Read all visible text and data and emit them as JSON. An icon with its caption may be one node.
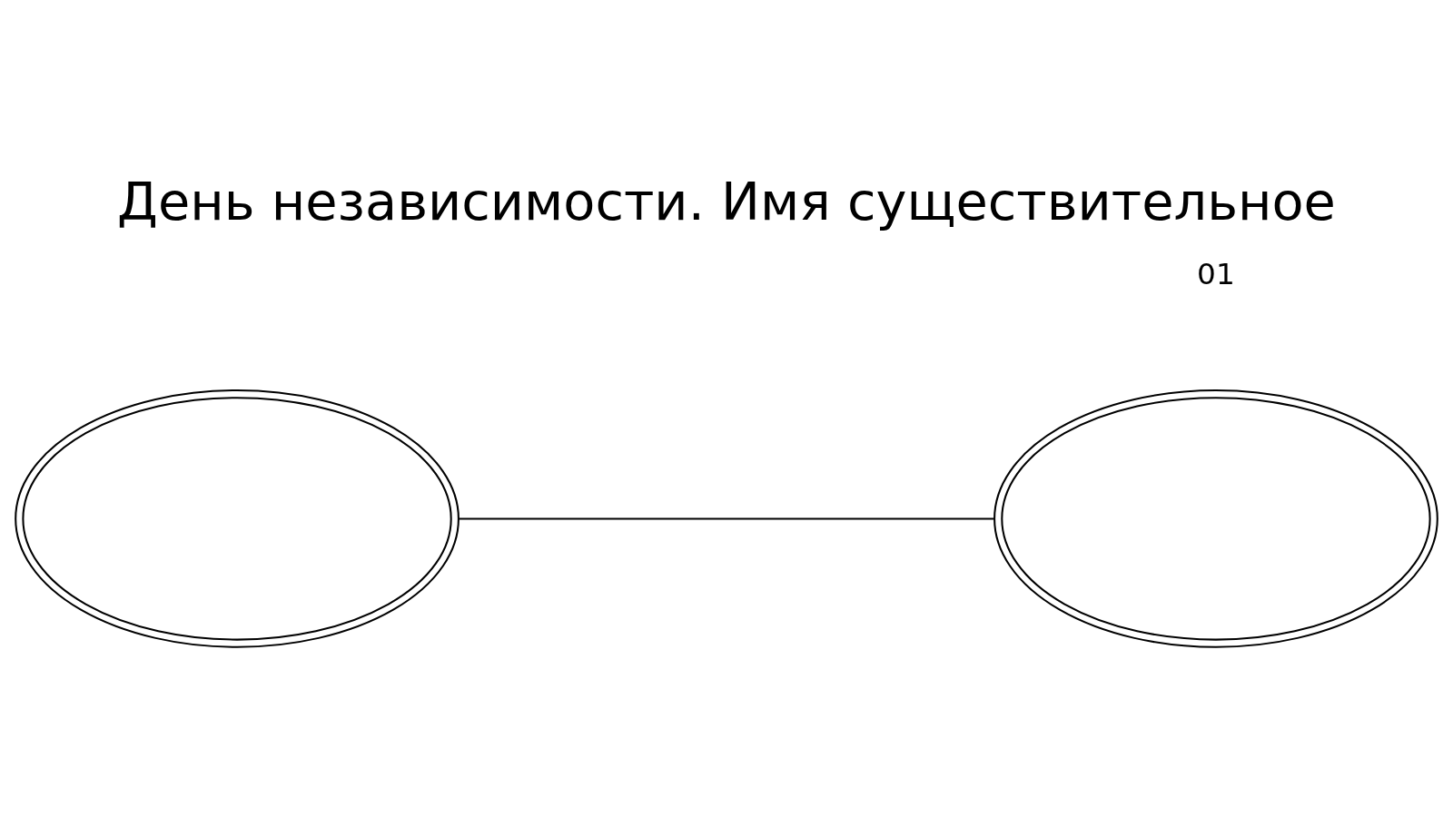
{
  "diagram": {
    "title": "День независимости. Имя существительное",
    "nodes": [
      {
        "text": [],
        "shape": "ellipse"
      },
      {
        "text": [],
        "shape": "ellipse"
      }
    ],
    "edges": [
      {
        "from": 0,
        "to": 1,
        "arrow": "none"
      }
    ],
    "labels": [
      "01"
    ]
  }
}
